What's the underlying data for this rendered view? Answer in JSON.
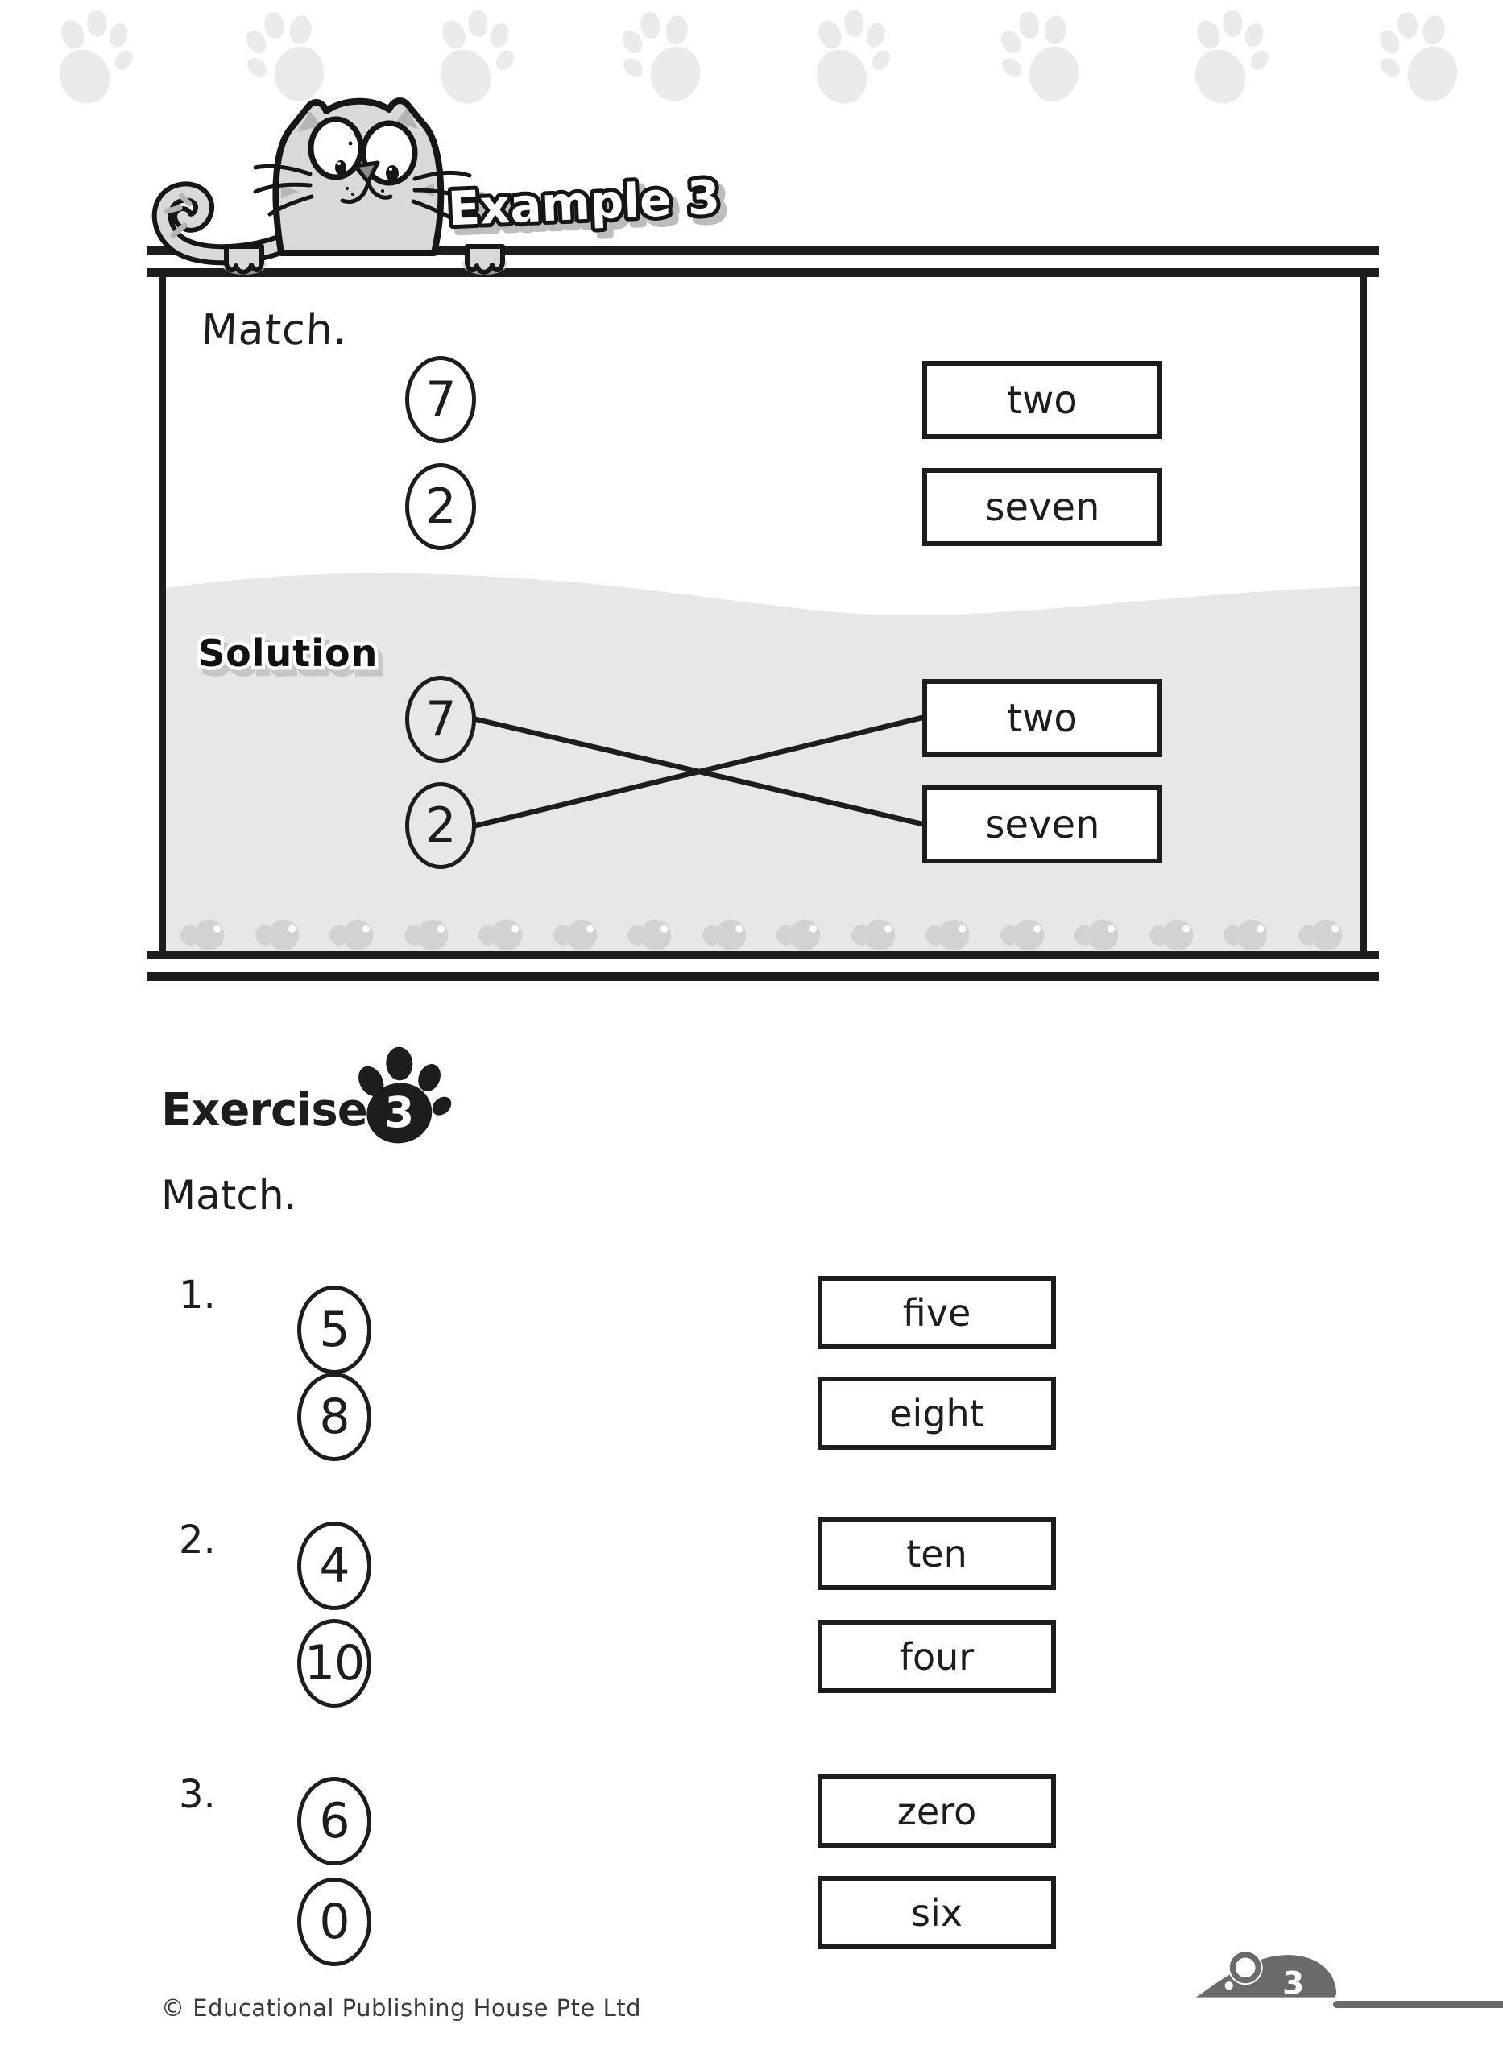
{
  "example": {
    "title": "Example 3",
    "instruction": "Match.",
    "match": {
      "numbers": [
        "7",
        "2"
      ],
      "words": [
        "two",
        "seven"
      ]
    },
    "solution": {
      "label": "Solution",
      "numbers": [
        "7",
        "2"
      ],
      "words": [
        "two",
        "seven"
      ],
      "connections": [
        {
          "from": "7",
          "to": "seven"
        },
        {
          "from": "2",
          "to": "two"
        }
      ]
    }
  },
  "exercise": {
    "heading": "Exercise",
    "badge_number": "3",
    "instruction": "Match.",
    "items": [
      {
        "label": "1.",
        "numbers": [
          "5",
          "8"
        ],
        "words": [
          "five",
          "eight"
        ]
      },
      {
        "label": "2.",
        "numbers": [
          "4",
          "10"
        ],
        "words": [
          "ten",
          "four"
        ]
      },
      {
        "label": "3.",
        "numbers": [
          "6",
          "0"
        ],
        "words": [
          "zero",
          "six"
        ]
      }
    ]
  },
  "footer": {
    "copyright": "© Educational Publishing House Pte Ltd",
    "page_number": "3"
  },
  "decorations": {
    "paw_print_count": 8,
    "fish_count": 16,
    "icons": [
      "paw-print",
      "cat",
      "fish",
      "paw-badge",
      "mouse"
    ]
  },
  "colors": {
    "ink": "#1d1d1b",
    "solution_background": "#e7e7e7",
    "fish": "#d2d2d2",
    "paw_print": "#eaeaea",
    "mouse": "#6a6a6a",
    "title_shadow": "#bdbdbd"
  }
}
